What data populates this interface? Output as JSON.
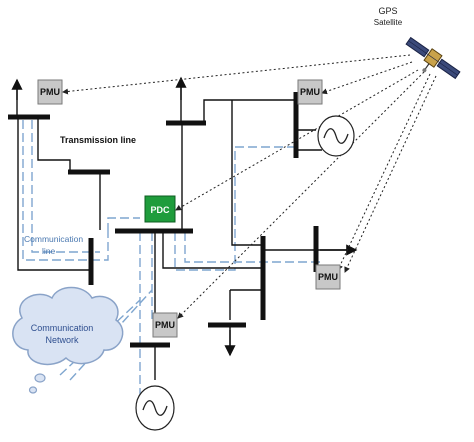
{
  "labels": {
    "gps": "GPS",
    "satellite": "Satellite",
    "transmission_line": "Transmission line",
    "communication": "Communication",
    "line": "line",
    "cloud_line1": "Communication",
    "cloud_line2": "Network",
    "pdc": "PDC",
    "pmu": "PMU"
  },
  "colors": {
    "pdc_fill": "#1f9c3c",
    "pmu_fill": "#c8c8c8",
    "comm_line": "#7fa6cf",
    "cloud_fill": "#d9e3f3",
    "cloud_stroke": "#8aa3c8",
    "cloud_text": "#2f4f8f"
  },
  "icons": [
    "gps-satellite-icon",
    "generator-icon",
    "communication-network-cloud-icon"
  ]
}
